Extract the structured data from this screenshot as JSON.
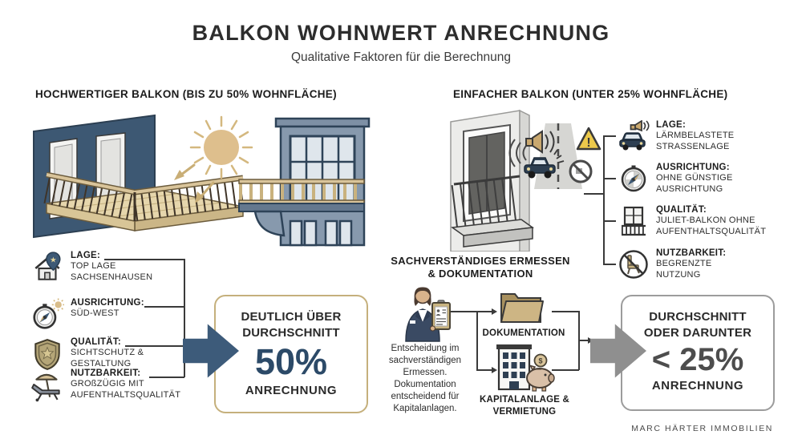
{
  "colors": {
    "navy": "#3D5B7A",
    "gold": "#C5B07C",
    "gray": "#8F8F8F",
    "navy_value": "#2C4A68",
    "wood": "#D9C49A",
    "wall_blue": "#3D5873"
  },
  "header": {
    "title": "BALKON WOHNWERT ANRECHNUNG",
    "subtitle": "Qualitative Faktoren für die Berechnung"
  },
  "left_section": {
    "heading": "HOCHWERTIGER BALKON (BIS ZU 50% WOHNFLÄCHE)",
    "illustrations": [
      "premium-balcony-illustration",
      "sun-icon",
      "building-facade-illustration"
    ],
    "factors": [
      {
        "icon": "house-location-pin-icon",
        "label": "LAGE:",
        "value": "TOP LAGE SACHSENHAUSEN"
      },
      {
        "icon": "compass-sun-icon",
        "label": "AUSRICHTUNG:",
        "value": "SÜD-WEST"
      },
      {
        "icon": "shield-icon",
        "label": "QUALITÄT:",
        "value": "SICHTSCHUTZ & GESTALTUNG"
      },
      {
        "icon": "sun-lounger-icon",
        "label": "NUTZBARKEIT:",
        "value": "GROßZÜGIG MIT AUFENTHALTSQUALITÄT"
      }
    ],
    "result": {
      "qualifier": "DEUTLICH ÜBER DURCHSCHNITT",
      "value": "50%",
      "suffix": "ANRECHNUNG"
    }
  },
  "right_section": {
    "heading": "EINFACHER BALKON (UNTER 25% WOHNFLÄCHE)",
    "illustrations": [
      "juliet-balcony-illustration",
      "street-noise-illustration"
    ],
    "factors": [
      {
        "icon": "car-noise-icon",
        "label": "LAGE:",
        "value": "LÄRMBELASTETE STRASSENLAGE"
      },
      {
        "icon": "compass-icon",
        "label": "AUSRICHTUNG:",
        "value": "OHNE GÜNSTIGE AUSRICHTUNG"
      },
      {
        "icon": "juliet-balcony-icon",
        "label": "QUALITÄT:",
        "value": "JULIET-BALKON OHNE AUFENTHALTSQUALITÄT"
      },
      {
        "icon": "no-chair-icon",
        "label": "NUTZBARKEIT:",
        "value": "BEGRENZTE NUTZUNG"
      }
    ],
    "result": {
      "qualifier": "DURCHSCHNITT ODER DARUNTER",
      "value": "< 25%",
      "suffix": "ANRECHNUNG"
    }
  },
  "expert_section": {
    "heading_line1": "SACHVERSTÄNDIGES ERMESSEN",
    "heading_line2": "& DOKUMENTATION",
    "person_icon": "consultant-clipboard-icon",
    "description": "Entscheidung im sachverständigen Ermessen. Dokumentation entscheidend für Kapitalanlagen.",
    "outputs": [
      {
        "icon": "folder-icon",
        "label": "DOKUMENTATION"
      },
      {
        "icon": "building-piggy-bank-icon",
        "label": "KAPITALANLAGE & VERMIETUNG"
      }
    ]
  },
  "glyphs": {
    "warning_exclamation": "!",
    "dollar_sign": "$",
    "pin_star": "★"
  },
  "footer": {
    "brand": "MARC HÄRTER IMMOBILIEN"
  }
}
